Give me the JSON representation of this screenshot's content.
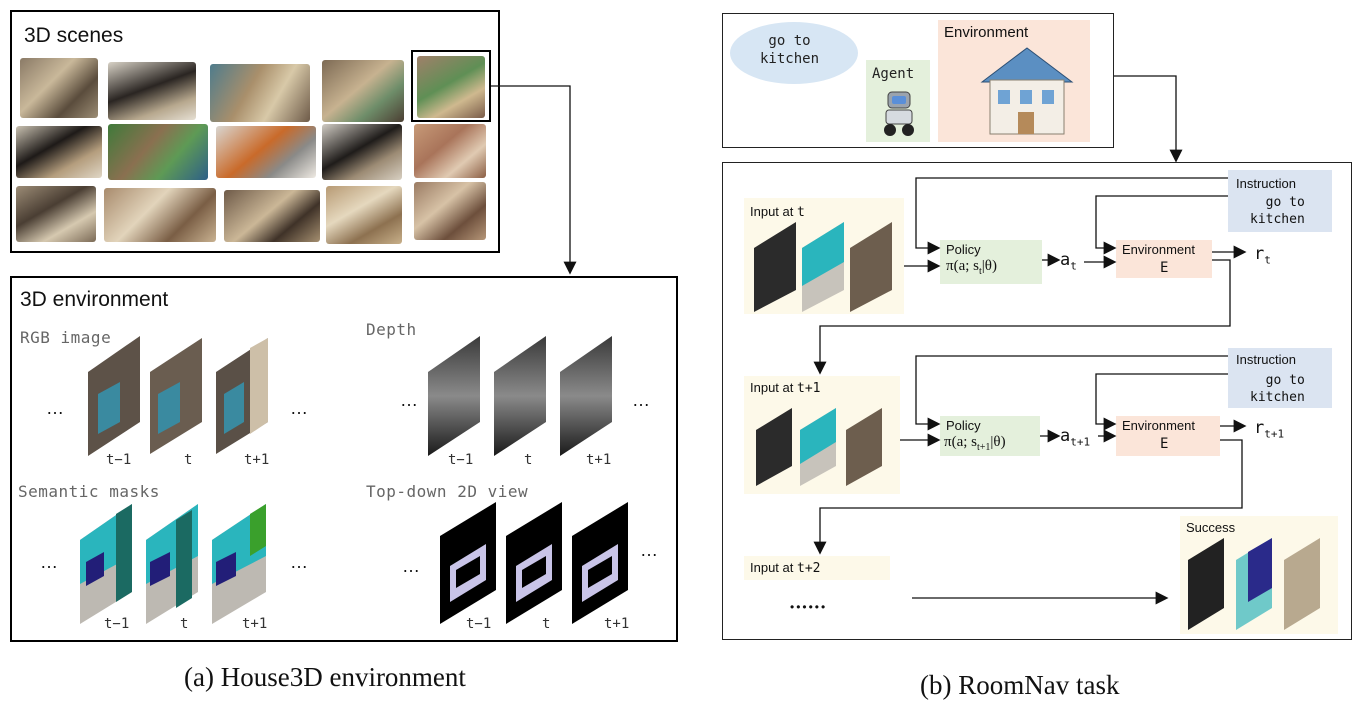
{
  "panel_a": {
    "caption": "(a) House3D environment",
    "scenes_title": "3D scenes",
    "env_title": "3D environment",
    "rgb_label": "RGB image",
    "depth_label": "Depth",
    "semantic_label": "Semantic masks",
    "topdown_label": "Top-down 2D view",
    "ellipsis": "…",
    "t_labels": [
      "t−1",
      "t",
      "t+1"
    ]
  },
  "panel_b": {
    "caption": "(b) RoomNav task",
    "speech_text": "go to\nkitchen",
    "agent_label": "Agent",
    "environment_label": "Environment",
    "step1": {
      "input_label": "Input at",
      "input_time": "t",
      "instruction_title": "Instruction",
      "instruction_text": "go to\nkitchen",
      "policy_title": "Policy",
      "policy_formula": "π(a; s",
      "policy_sub": "t",
      "policy_tail": "|θ)",
      "action": "a",
      "action_sub": "t",
      "env_title": "Environment",
      "env_symbol": "E",
      "reward": "r",
      "reward_sub": "t"
    },
    "step2": {
      "input_label": "Input at",
      "input_time": "t+1",
      "instruction_title": "Instruction",
      "instruction_text": "go to\nkitchen",
      "policy_title": "Policy",
      "policy_formula": "π(a; s",
      "policy_sub": "t+1",
      "policy_tail": "|θ)",
      "action": "a",
      "action_sub": "t+1",
      "env_title": "Environment",
      "env_symbol": "E",
      "reward": "r",
      "reward_sub": "t+1"
    },
    "step3": {
      "input_label": "Input at",
      "input_time": "t+2",
      "dots": "••••••",
      "success_label": "Success"
    }
  },
  "colors": {
    "policy_bg": "#e4f0dc",
    "env_bg": "#fbe5d9",
    "instruction_bg": "#dbe4f1",
    "input_bg": "#fdf9e9",
    "speech_bg": "#d7e6f4",
    "agent_bg": "#e4f0dc"
  }
}
